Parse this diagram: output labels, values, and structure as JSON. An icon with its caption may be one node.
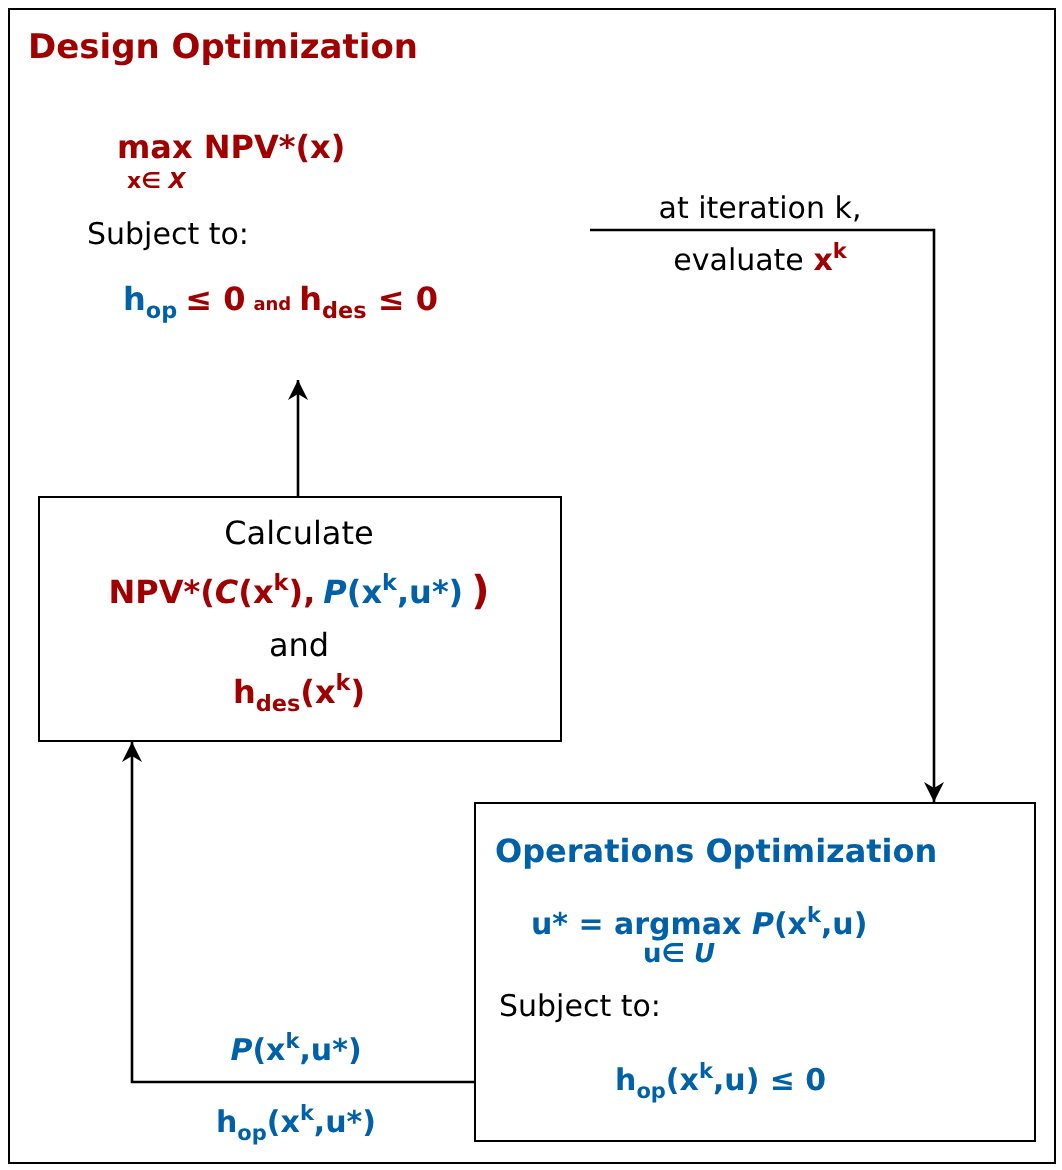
{
  "diagram": {
    "nodes": [
      {
        "text": [
          "Design Optimization"
        ]
      },
      {
        "text": [
          "max NPV*(x)",
          "x∈ *X*",
          "Subject to:",
          "h$_{op}$",
          "≤ 0",
          "and",
          "h$_{des}$ ≤ 0"
        ],
        "in": 0
      },
      {
        "text": [
          "Calculate",
          "NPV*(*C*(x$^{k}$),",
          "*P*(x$^{k}$,u*)",
          ")",
          "and",
          "h$_{des}$(x$^{k}$)"
        ],
        "in": 0
      },
      {
        "text": [
          "Operations Optimization",
          "u* = argmax *P*(x$^{k}$,u)",
          "u∈ *U*",
          "Subject to:",
          "h$_{op}$(x$^{k}$,u) ≤ 0"
        ],
        "in": 0
      }
    ],
    "edges": [
      {
        "from": 2,
        "to": 1,
        "arrow": "to"
      },
      {
        "from": 1,
        "to": 3,
        "arrow": "to",
        "label": "at iteration k, evaluate **x$^{k}$**"
      },
      {
        "from": 3,
        "to": 2,
        "arrow": "to",
        "label": "*P*(x$^{k}$,u*)"
      }
    ],
    "labels": [
      "h$_{op}$(x$^{k}$,u*)"
    ]
  }
}
